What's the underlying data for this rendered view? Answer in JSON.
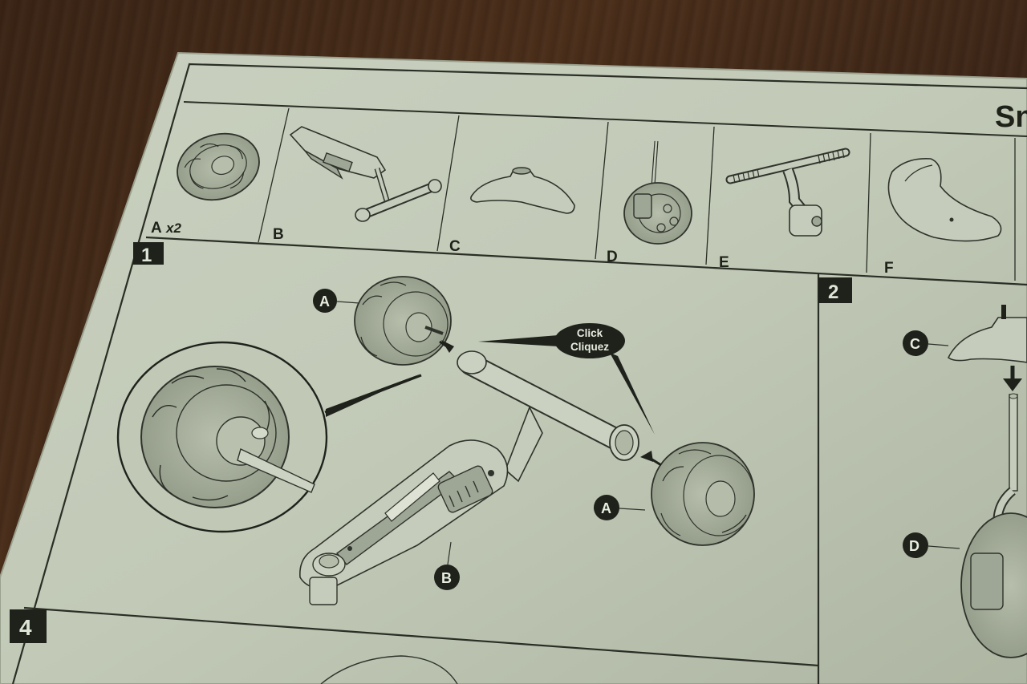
{
  "document": {
    "title_fragment": "Sn"
  },
  "parts": [
    {
      "letter": "A",
      "qty": "x2",
      "icon": "wheel-icon"
    },
    {
      "letter": "B",
      "qty": "",
      "icon": "frame-icon"
    },
    {
      "letter": "C",
      "qty": "",
      "icon": "seat-cover-icon"
    },
    {
      "letter": "D",
      "qty": "",
      "icon": "front-wheel-icon"
    },
    {
      "letter": "E",
      "qty": "",
      "icon": "handlebar-icon"
    },
    {
      "letter": "F",
      "qty": "",
      "icon": "seat-icon"
    }
  ],
  "steps": {
    "step1": {
      "number": "1",
      "callout_line1": "Click",
      "callout_line2": "Cliquez",
      "label_wheel_top": "A",
      "label_wheel_right": "A",
      "label_frame": "B"
    },
    "step2": {
      "number": "2",
      "label_top": "C",
      "label_bottom": "D"
    },
    "step4": {
      "number": "4"
    }
  }
}
